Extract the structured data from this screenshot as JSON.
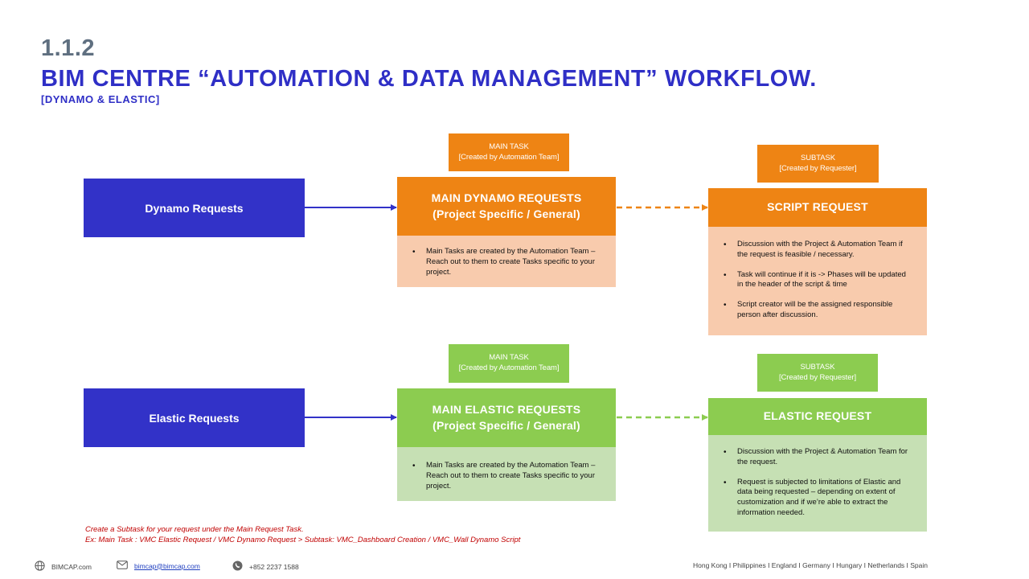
{
  "title": {
    "number": "1.1.2",
    "main": "BIM CENTRE “AUTOMATION & DATA MANAGEMENT” WORKFLOW.",
    "sub": "[DYNAMO & ELASTIC]"
  },
  "colors": {
    "blue": "#3232c8",
    "orange": "#ee8414",
    "orange_light": "#f8cbad",
    "green": "#8ccc50",
    "green_light": "#c6e0b4",
    "note_red": "#c00000"
  },
  "dynamo": {
    "request_label": "Dynamo Requests",
    "main_tag": [
      "MAIN TASK",
      "[Created by Automation Team]"
    ],
    "main_header": [
      "MAIN DYNAMO REQUESTS",
      "(Project Specific / General)"
    ],
    "main_bullets": [
      "Main Tasks are created by the Automation Team – Reach out to them to create Tasks specific to your project."
    ],
    "sub_tag": [
      "SUBTASK",
      "[Created by Requester]"
    ],
    "sub_header": "SCRIPT REQUEST",
    "sub_bullets": [
      "Discussion with the Project & Automation Team if the request is feasible / necessary.",
      "Task will continue if it is -> Phases will be updated in the header of the script & time",
      "Script creator will be the assigned responsible person after discussion."
    ]
  },
  "elastic": {
    "request_label": "Elastic Requests",
    "main_tag": [
      "MAIN TASK",
      "[Created by Automation Team]"
    ],
    "main_header": [
      "MAIN ELASTIC REQUESTS",
      "(Project Specific / General)"
    ],
    "main_bullets": [
      "Main Tasks are created by the Automation Team – Reach out to them to create Tasks specific to your project."
    ],
    "sub_tag": [
      "SUBTASK",
      "[Created by Requester]"
    ],
    "sub_header": "ELASTIC REQUEST",
    "sub_bullets": [
      "Discussion with the Project & Automation Team for the request.",
      "Request is subjected to limitations of Elastic and data being requested – depending on extent of customization and if we’re able to extract the information needed."
    ]
  },
  "note": {
    "line1": "Create a Subtask for your request under the Main Request Task.",
    "line2": "Ex: Main Task : VMC Elastic Request / VMC Dynamo Request > Subtask: VMC_Dashboard Creation / VMC_Wall Dynamo Script"
  },
  "footer": {
    "website": "BIMCAP.com",
    "email": "bimcap@bimcap.com",
    "phone": "+852 2237 1588",
    "locations": "Hong Kong I Philippines I England I Germany I Hungary I Netherlands I Spain"
  }
}
